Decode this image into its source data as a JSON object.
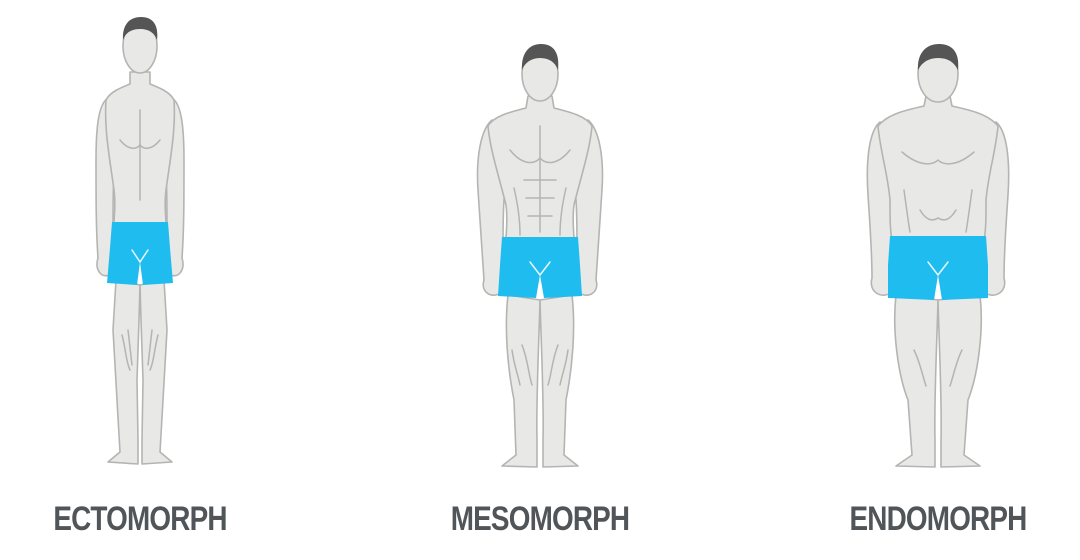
{
  "colors": {
    "skin": "#e8e8e7",
    "outline": "#b4b4b2",
    "hair": "#555555",
    "shorts": "#1fbcf0",
    "label_text": "#505559"
  },
  "body_types": [
    {
      "label": "ECTOMORPH"
    },
    {
      "label": "MESOMORPH"
    },
    {
      "label": "ENDOMORPH"
    }
  ]
}
